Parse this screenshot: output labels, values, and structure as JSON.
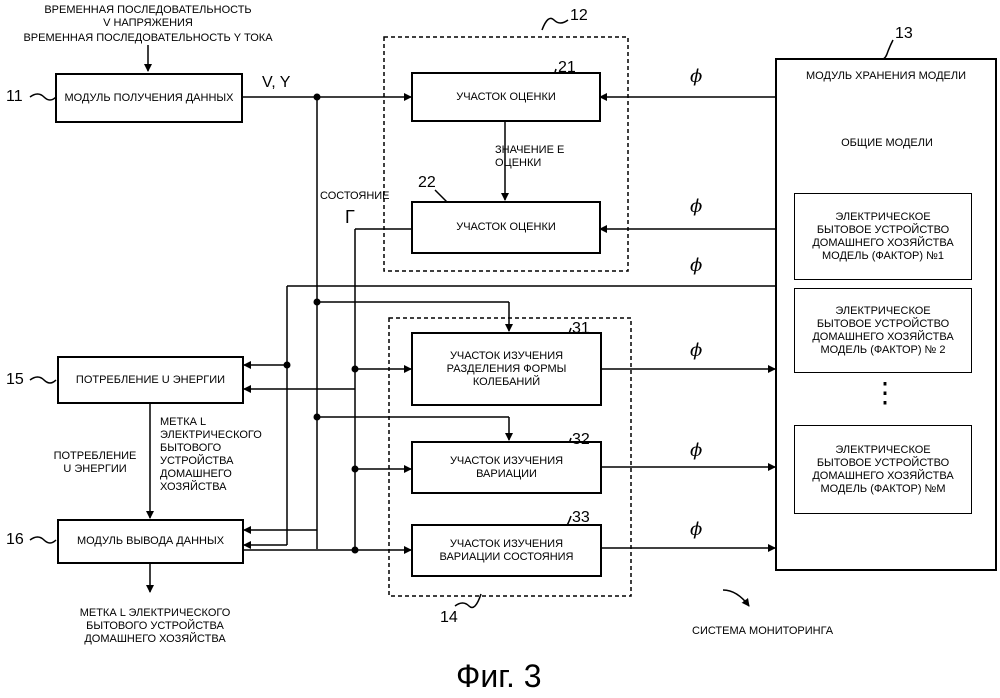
{
  "inputs": {
    "line1": "ВРЕМЕННАЯ ПОСЛЕДОВАТЕЛЬНОСТЬ\nV НАПРЯЖЕНИЯ",
    "line2": "ВРЕМЕННАЯ ПОСЛЕДОВАТЕЛЬНОСТЬ Y ТОКА"
  },
  "blocks": {
    "data_acquisition": "МОДУЛЬ ПОЛУЧЕНИЯ ДАННЫХ",
    "estimation_21": "УЧАСТОК ОЦЕНКИ",
    "estimation_22": "УЧАСТОК ОЦЕНКИ",
    "waveform_learning": "УЧАСТОК ИЗУЧЕНИЯ\nРАЗДЕЛЕНИЯ ФОРМЫ\nКОЛЕБАНИЙ",
    "variation_learning": "УЧАСТОК ИЗУЧЕНИЯ\nВАРИАЦИИ",
    "state_variation_learning": "УЧАСТОК ИЗУЧЕНИЯ\nВАРИАЦИИ СОСТОЯНИЯ",
    "power_consumption": "ПОТРЕБЛЕНИЕ U ЭНЕРГИИ",
    "data_output": "МОДУЛЬ ВЫВОДА ДАННЫХ",
    "model_storage": "МОДУЛЬ ХРАНЕНИЯ МОДЕЛИ",
    "common_models": "ОБЩИЕ МОДЕЛИ",
    "model_1": "ЭЛЕКТРИЧЕСКОЕ\nБЫТОВОЕ УСТРОЙСТВО\nДОМАШНЕГО ХОЗЯЙСТВА\nМОДЕЛЬ (ФАКТОР) №1",
    "model_2": "ЭЛЕКТРИЧЕСКОЕ\nБЫТОВОЕ УСТРОЙСТВО\nДОМАШНЕГО ХОЗЯЙСТВА\nМОДЕЛЬ (ФАКТОР) № 2",
    "model_m": "ЭЛЕКТРИЧЕСКОЕ\nБЫТОВОЕ УСТРОЙСТВО\nДОМАШНЕГО ХОЗЯЙСТВА\nМОДЕЛЬ (ФАКТОР) №M"
  },
  "labels": {
    "vy": "V, Y",
    "estimate_value": "ЗНАЧЕНИЕ E\nОЦЕНКИ",
    "state": "СОСТОЯНИЕ",
    "gamma": "Г",
    "phi": "ϕ",
    "label_l": "МЕТКА L\nЭЛЕКТРИЧЕСКОГО\nБЫТОВОГО\nУСТРОЙСТВА\nДОМАШНЕГО\nХОЗЯЙСТВА",
    "consumption_u": "ПОТРЕБЛЕНИЕ\nU ЭНЕРГИИ",
    "output_label": "МЕТКА L ЭЛЕКТРИЧЕСКОГО\nБЫТОВОГО УСТРОЙСТВА\nДОМАШНЕГО ХОЗЯЙСТВА",
    "monitoring_system": "СИСТЕМА МОНИТОРИНГА",
    "dots": "⋮",
    "figure": "Фиг. 3"
  },
  "refs": {
    "r11": "11",
    "r12": "12",
    "r13": "13",
    "r14": "14",
    "r15": "15",
    "r16": "16",
    "r21": "21",
    "r22": "22",
    "r31": "31",
    "r32": "32",
    "r33": "33"
  }
}
